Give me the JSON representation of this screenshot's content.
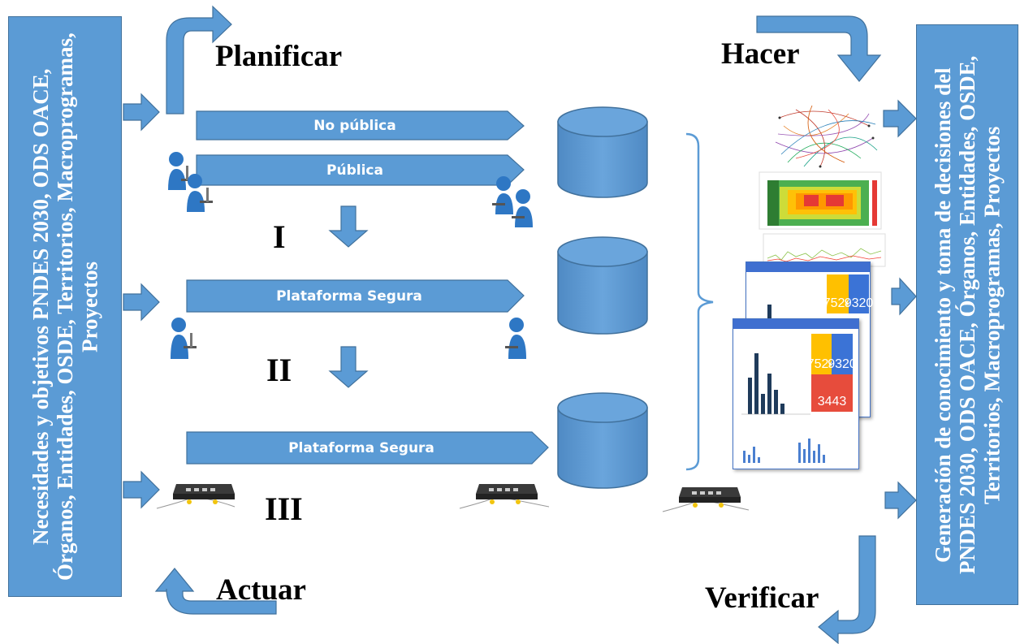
{
  "left_box": {
    "text": "Necesidades y objetivos  PNDES 2030, ODS OACE, Órganos, Entidades, OSDE, Territorios, Macroprogramas, Proyectos"
  },
  "right_box": {
    "text": "Generación de  conocimiento y toma de decisiones del PNDES 2030, ODS OACE, Órganos, Entidades, OSDE, Territorios,  Macroprogramas, Proyectos"
  },
  "cycle": {
    "plan": "Planificar",
    "do": "Hacer",
    "check": "Verificar",
    "act": "Actuar"
  },
  "levels": {
    "one": "I",
    "two": "II",
    "three": "III"
  },
  "banners": {
    "no_publica": "No pública",
    "publica": "Pública",
    "plataforma1": "Plataforma Segura",
    "plataforma2": "Plataforma Segura"
  },
  "dashboards": {
    "back_value_a": "7524",
    "back_value_b": "9320",
    "front_value_a": "7524",
    "front_value_b": "9320",
    "front_value_c": "3443"
  },
  "colors": {
    "blue": "#5b9bd5",
    "outline": "#41719c",
    "orange": "#ffc000",
    "red": "#e74c3c"
  }
}
